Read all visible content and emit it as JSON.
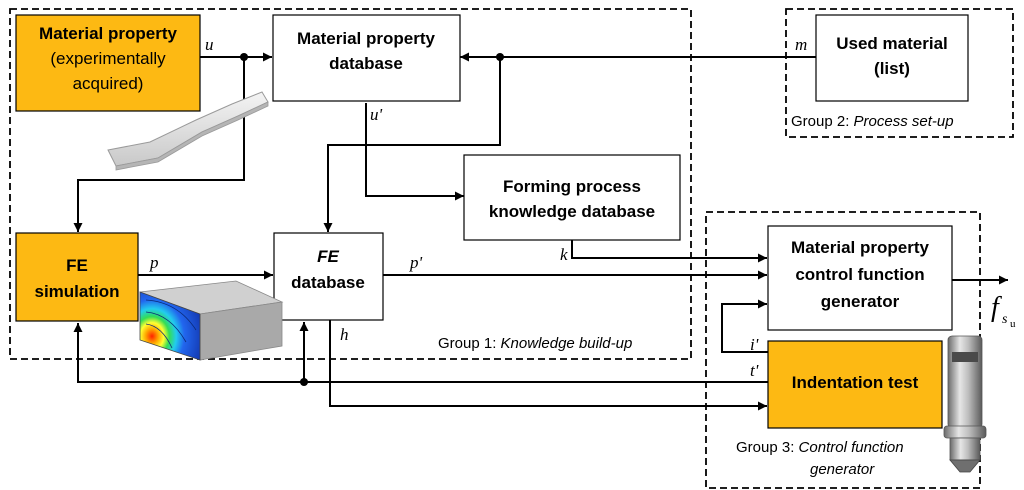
{
  "colors": {
    "orange_box": "#fdb913",
    "white_box": "#ffffff",
    "line": "#000000"
  },
  "group1": {
    "prefix": "Group 1: ",
    "name": "Knowledge build-up"
  },
  "group2": {
    "prefix": "Group 2: ",
    "name": "Process set-up"
  },
  "group3": {
    "prefix": "Group 3: ",
    "name_line1": "Control function",
    "name_line2": "generator"
  },
  "material_property_exp": {
    "line1": "Material property",
    "line2": "(experimentally",
    "line3": "acquired)"
  },
  "material_property_db": {
    "line1": "Material property",
    "line2": "database"
  },
  "used_material": {
    "line1": "Used material",
    "line2": "(list)"
  },
  "forming_db": {
    "line1": "Forming process",
    "line2": "knowledge database"
  },
  "fe_simulation": {
    "line1": "FE",
    "line2": "simulation"
  },
  "fe_database": {
    "line1": "FE",
    "line2": "database"
  },
  "control_generator": {
    "line1": "Material property",
    "line2": "control function",
    "line3": "generator"
  },
  "indentation": {
    "label": "Indentation test"
  },
  "signals": {
    "u": "u",
    "u_prime": "u'",
    "m": "m",
    "p": "p",
    "p_prime": "p'",
    "k": "k",
    "h": "h",
    "i_prime": "i'",
    "t_prime": "t'"
  },
  "output": {
    "f": "f",
    "s": "s",
    "u": "u"
  },
  "icons": {
    "specimen": "tensile-specimen-icon",
    "fe_model": "fe-mesh-model-icon",
    "indenter": "indenter-tip-icon"
  }
}
